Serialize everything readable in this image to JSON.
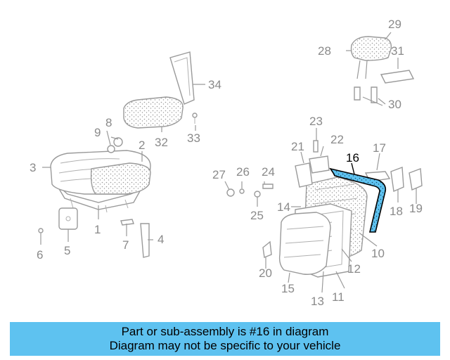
{
  "callouts": {
    "c1": "1",
    "c2": "2",
    "c3": "3",
    "c4": "4",
    "c5": "5",
    "c6": "6",
    "c7": "7",
    "c8": "8",
    "c9": "9",
    "c10": "10",
    "c11": "11",
    "c12": "12",
    "c13": "13",
    "c14": "14",
    "c15": "15",
    "c16": "16",
    "c17": "17",
    "c18": "18",
    "c19": "19",
    "c20": "20",
    "c21": "21",
    "c22": "22",
    "c23": "23",
    "c24": "24",
    "c25": "25",
    "c26": "26",
    "c27": "27",
    "c28": "28",
    "c29": "29",
    "c30": "30",
    "c31": "31",
    "c32": "32",
    "c33": "33",
    "c34": "34"
  },
  "highlight_part": "16",
  "colors": {
    "highlight": "#5ec2f0",
    "banner": "#5ec2f0",
    "line": "#9a9a9a",
    "text": "#000000"
  },
  "banner": {
    "line1": "Part or sub-assembly is #16 in diagram",
    "line2": "Diagram may not be specific to your vehicle"
  }
}
